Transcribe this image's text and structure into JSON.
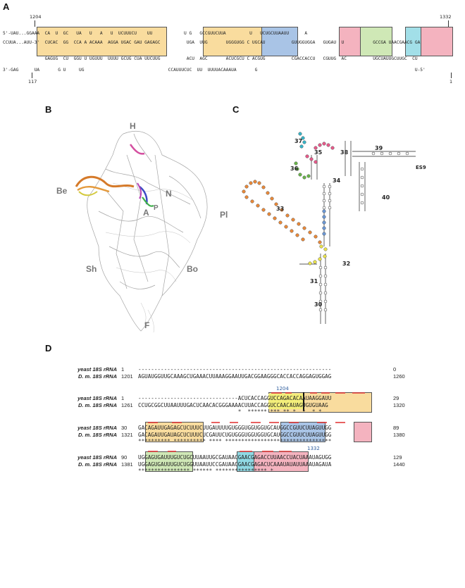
{
  "panels": {
    "a": "A",
    "b": "B",
    "c": "C",
    "d": "D"
  },
  "panel_a": {
    "num_left_top": "1204",
    "num_right_top": "1332",
    "num_left_bottom": "117",
    "num_right_bottom": "1",
    "row1": "5'-UAU...GGAAA  CA  U  GC   UA   U   A   U  UCUUUCU    UU            U G   GCCGUUCUUA         U   UCUGCUUAAUU      A",
    "row2": "CCUUA...AUU-3'  CUCAC  GG  CCA A ACAAA  AGGA UGAC GAU GAGAGC          UGA  UUG       UGGGUGG C UGCAU          GUUGGUGGA   GUGAU  U           GCCGA UAACGAACG GA",
    "row3": "                GAGUG  CU  GGU U UGUUU  UUUU GCUG CUA UUCUUG          ACU  AGC       ACUCGCU C ACGUG          CGACCACCU   CGUUG  AC          UGCUAUUGCUUGC  CU",
    "row4": "3'-GAG      UA       G U     UG                                CCAUUUCUC  UU  UUUUACAAAUA       G                                                            U-5'"
  },
  "panel_b": {
    "labels": {
      "h": "H",
      "be": "Be",
      "n": "N",
      "a": "A",
      "p": "P",
      "pl": "Pl",
      "sh": "Sh",
      "bo": "Bo",
      "f": "F"
    }
  },
  "panel_c": {
    "helix_labels": {
      "h37": "37",
      "h35": "35",
      "h38": "38",
      "h39": "39",
      "h36": "36",
      "h34": "34",
      "h33": "33",
      "h40": "40",
      "h32": "32",
      "h31": "31",
      "h30": "30",
      "es9": "ES9"
    }
  },
  "panel_d": {
    "marker_1204": "1204",
    "marker_1332": "1332",
    "blocks": [
      {
        "yeast": {
          "name": "yeast 18S rRNA",
          "start": "1",
          "seq": "------------------------------------------------------------",
          "end": "0"
        },
        "dm": {
          "name": "D. m. 18S rRNA",
          "start": "1201",
          "seq": "AGUAUGGUUGCAAAGCUGAAACUUAAAGGAAUUGACGGAAGGGCACCACCAGGAGUGGAG",
          "end": "1260"
        },
        "stars": ""
      },
      {
        "yeast": {
          "name": "yeast 18S rRNA",
          "start": "1",
          "seq": "-------------------------------ACUCACCAGGUCCAGACACAAUAAGGAUU",
          "end": "29"
        },
        "dm": {
          "name": "D. m. 18S rRNA",
          "start": "1261",
          "seq": "CCUGCGGCUUAAUUUGACUCAACACGGGAAAACUUACCAGGUCCAACAUAGUGUGUAAG",
          "end": "1320"
        },
        "stars": "                               *  ****** *** ** *  *  * *"
      },
      {
        "yeast": {
          "name": "yeast 18S rRNA",
          "start": "30",
          "seq": "GACAGAUUGAGAGCUCUUUCUUGAUUUUGUGGGUGGUGGUGCAUGGCCGUUCUUAGUUGG",
          "end": "89"
        },
        "dm": {
          "name": "D. m. 18S rRNA",
          "start": "1321",
          "seq": "GACAGAUUGAUAGCUCUUUCUCGAUUCUGUGGGUGGUGGUGCAUGGCCGUUCUUAGUUGG",
          "end": "1380"
        },
        "stars": "********** ********** **** *********************************"
      },
      {
        "yeast": {
          "name": "yeast 18S rRNA",
          "start": "90",
          "seq": "UGGAGUGAUUUGUCUGCUUAAUUGCGAUAACGAACGAGACCUUAACCUACUAAAUAGUGG",
          "end": "129"
        },
        "dm": {
          "name": "D. m. 18S rRNA",
          "start": "1381",
          "seq": "UGGAGUGAUUUGUCUGGUUAAUUCCGAUAACGAACGAGACUCAAAUAUAUUAAAUAGAUA",
          "end": "1440"
        },
        "stars": "**************** ****** **************** *"
      }
    ]
  },
  "colors": {
    "orange": "#f4c57e",
    "yellow": "#f1ee6c",
    "blue": "#7fa9d8",
    "red": "#ec8a9a",
    "green": "#b6dc8f",
    "cyan": "#5bc7d6",
    "dash_red": "#e23a3a"
  }
}
